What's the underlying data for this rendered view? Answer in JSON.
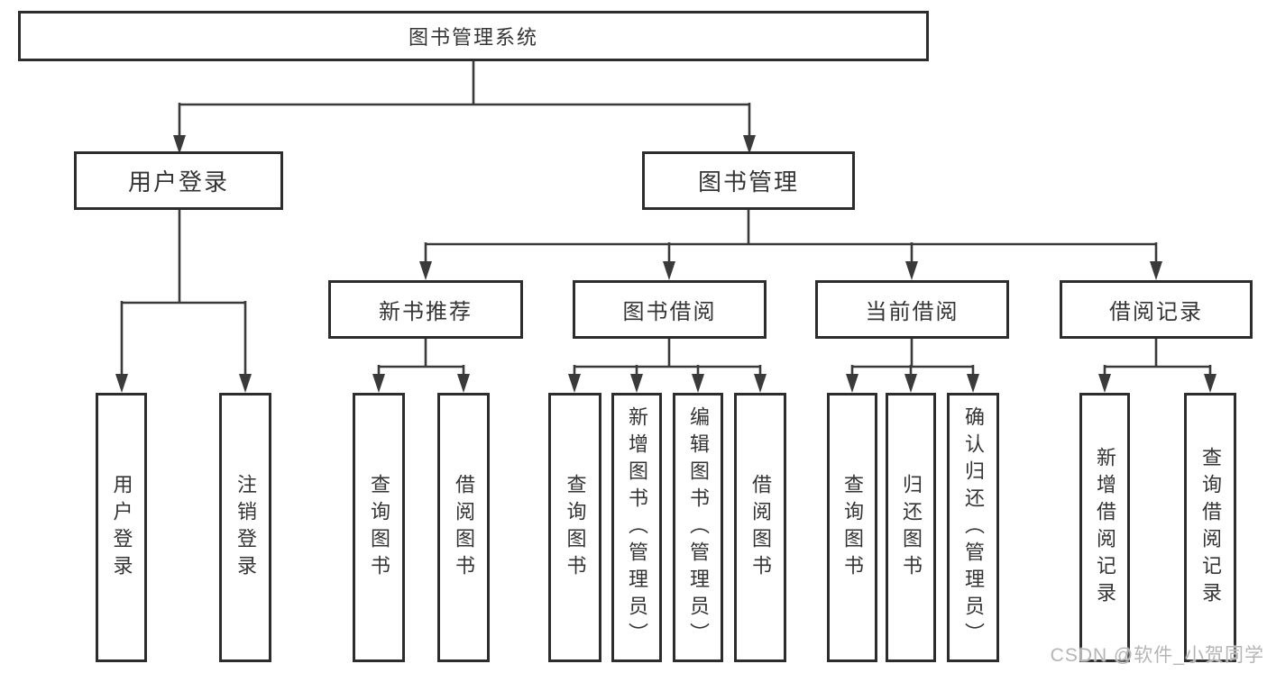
{
  "colors": {
    "background": "#ffffff",
    "line": "#3a3a3a",
    "box_border": "#2d2d2d",
    "text": "#343434",
    "watermark": "#b5b5b5"
  },
  "watermark": {
    "text": "CSDN @软件_小贺同学"
  },
  "tree": {
    "root": {
      "label": "图书管理系统"
    },
    "children": [
      {
        "label": "用户登录",
        "leaves": [
          {
            "label": "用户登录"
          },
          {
            "label": "注销登录"
          }
        ]
      },
      {
        "label": "图书管理",
        "children": [
          {
            "label": "新书推荐",
            "leaves": [
              {
                "label": "查询图书"
              },
              {
                "label": "借阅图书"
              }
            ]
          },
          {
            "label": "图书借阅",
            "leaves": [
              {
                "label": "查询图书"
              },
              {
                "label": "新增图书（管理员）"
              },
              {
                "label": "编辑图书（管理员）"
              },
              {
                "label": "借阅图书"
              }
            ]
          },
          {
            "label": "当前借阅",
            "leaves": [
              {
                "label": "查询图书"
              },
              {
                "label": "归还图书"
              },
              {
                "label": "确认归还（管理员）"
              }
            ]
          },
          {
            "label": "借阅记录",
            "leaves": [
              {
                "label": "新增借阅记录"
              },
              {
                "label": "查询借阅记录"
              }
            ]
          }
        ]
      }
    ]
  }
}
